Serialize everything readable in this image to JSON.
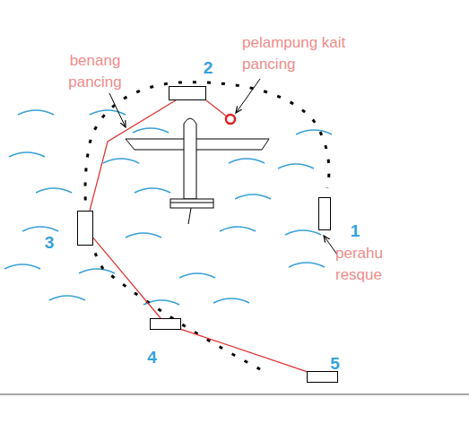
{
  "diagram": {
    "nodes": [
      {
        "text": [
          "2"
        ]
      },
      {
        "text": [
          "1"
        ]
      },
      {
        "text": [
          "3"
        ]
      },
      {
        "text": [
          "4"
        ]
      },
      {
        "text": [
          "5"
        ]
      }
    ],
    "edges": [
      {
        "from": 0,
        "to": 2,
        "arrow": "none"
      },
      {
        "from": 2,
        "to": 3,
        "arrow": "none"
      },
      {
        "from": 3,
        "to": 4,
        "arrow": "none"
      }
    ],
    "labels": [
      "benang pancing",
      "pelampung kait pancing",
      "perahu resque"
    ]
  }
}
